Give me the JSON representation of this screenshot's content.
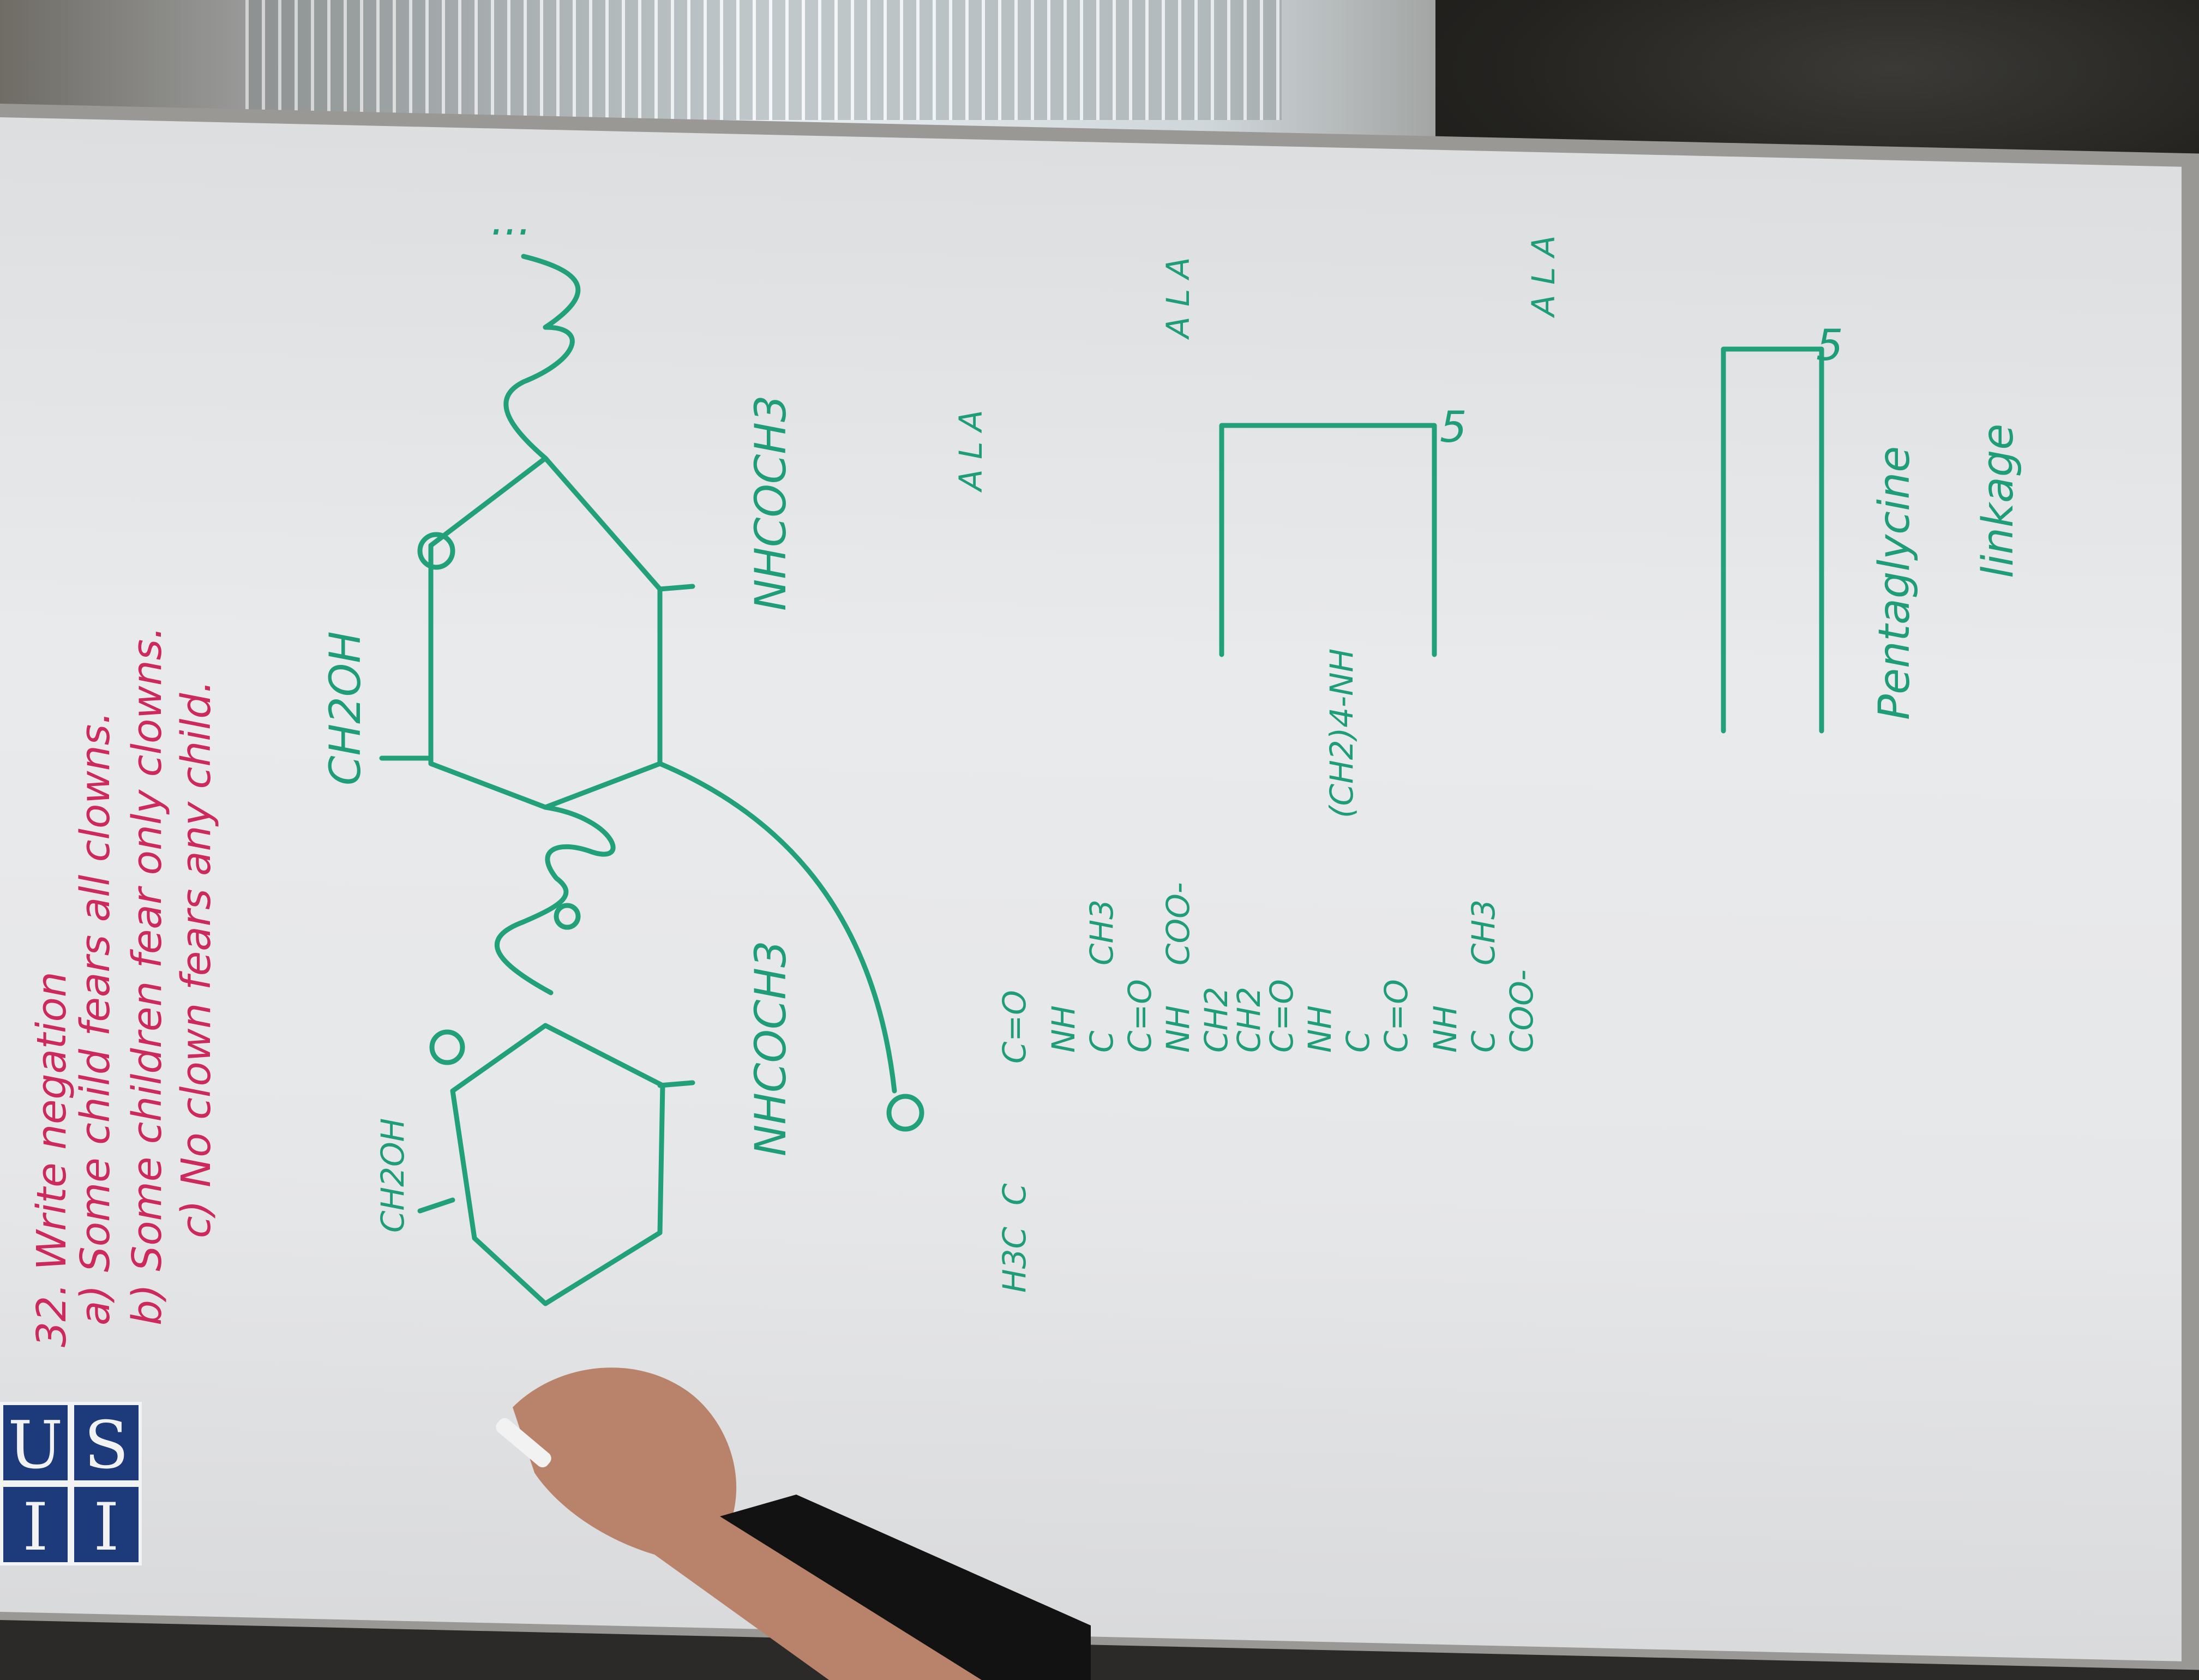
{
  "questions": {
    "heading": "32. Write negation",
    "a": "a) Some child fears all clowns.",
    "b": "b) Some children fear only clowns.",
    "c": "c) No clown fears any child."
  },
  "diagram": {
    "ring1_top": "CH2OH",
    "ring1_bottom": "NHCOCH3",
    "ring2_top": "CH2OH",
    "ring2_bottom": "NHCOCH3",
    "chain": [
      "H3C",
      "C",
      "C=O",
      "NH",
      "C",
      "CH3",
      "C=O",
      "NH",
      "COO-",
      "CH2",
      "CH2",
      "C=O",
      "NH",
      "C",
      "C=O",
      "NH",
      "C",
      "CH3",
      "COO-"
    ],
    "side_chain": "(CH2)4-NH",
    "side_letters": "A L A",
    "pentaglycine_label_1": "Pentaglycine",
    "pentaglycine_label_2": "linkage",
    "ellipsis": "...",
    "repeat_count": "5"
  },
  "logo": {
    "letters": [
      "U",
      "I",
      "S",
      "I"
    ],
    "color": "#1d3a7a"
  },
  "colors": {
    "red_ink": "#cc2a5c",
    "green_ink": "#1f9c78",
    "board": "#e6e7e9"
  }
}
